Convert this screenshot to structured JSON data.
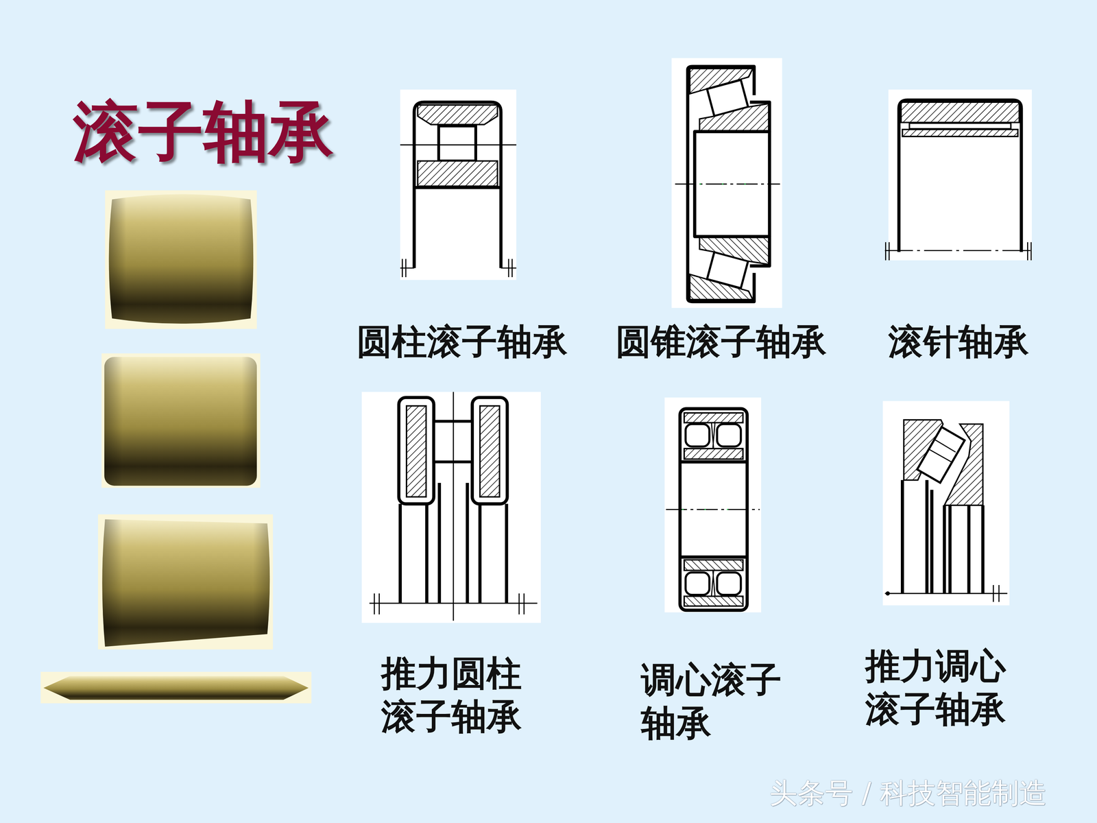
{
  "diagram": {
    "title": "滚子轴承",
    "labels": [
      "圆柱滚子轴承",
      "圆锥滚子轴承",
      "滚针轴承",
      "推力圆柱 滚子轴承",
      "调心滚子 轴承",
      "推力调心 滚子轴承",
      "头条号 / 科技智能制造"
    ]
  }
}
